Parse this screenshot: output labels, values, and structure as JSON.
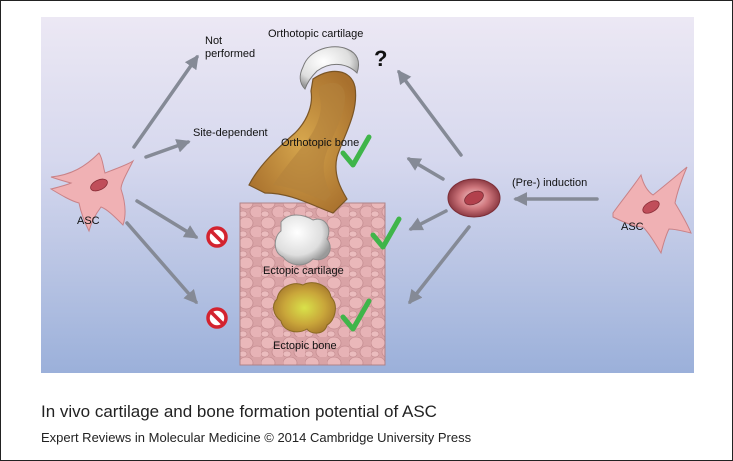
{
  "labels": {
    "not_performed": "Not\nperformed",
    "orthotopic_cartilage": "Orthotopic cartilage",
    "site_dependent": "Site-dependent",
    "orthotopic_bone": "Orthotopic bone",
    "asc_left": "ASC",
    "asc_right": "ASC",
    "pre_induction": "(Pre-) induction",
    "ectopic_cartilage": "Ectopic cartilage",
    "ectopic_bone": "Ectopic bone",
    "question_mark": "?"
  },
  "caption": {
    "title": "In vivo cartilage and bone formation potential of ASC",
    "credit": "Expert Reviews in Molecular Medicine © 2014 Cambridge University Press"
  },
  "colors": {
    "arrow": "#858a96",
    "check": "#3fb54a",
    "prohibit": "#d3232f",
    "cell": "#f0b1b4",
    "bone": "#c9a23a"
  },
  "icons": [
    "check-icon",
    "prohibited-icon",
    "question-icon",
    "arrow-icon"
  ]
}
